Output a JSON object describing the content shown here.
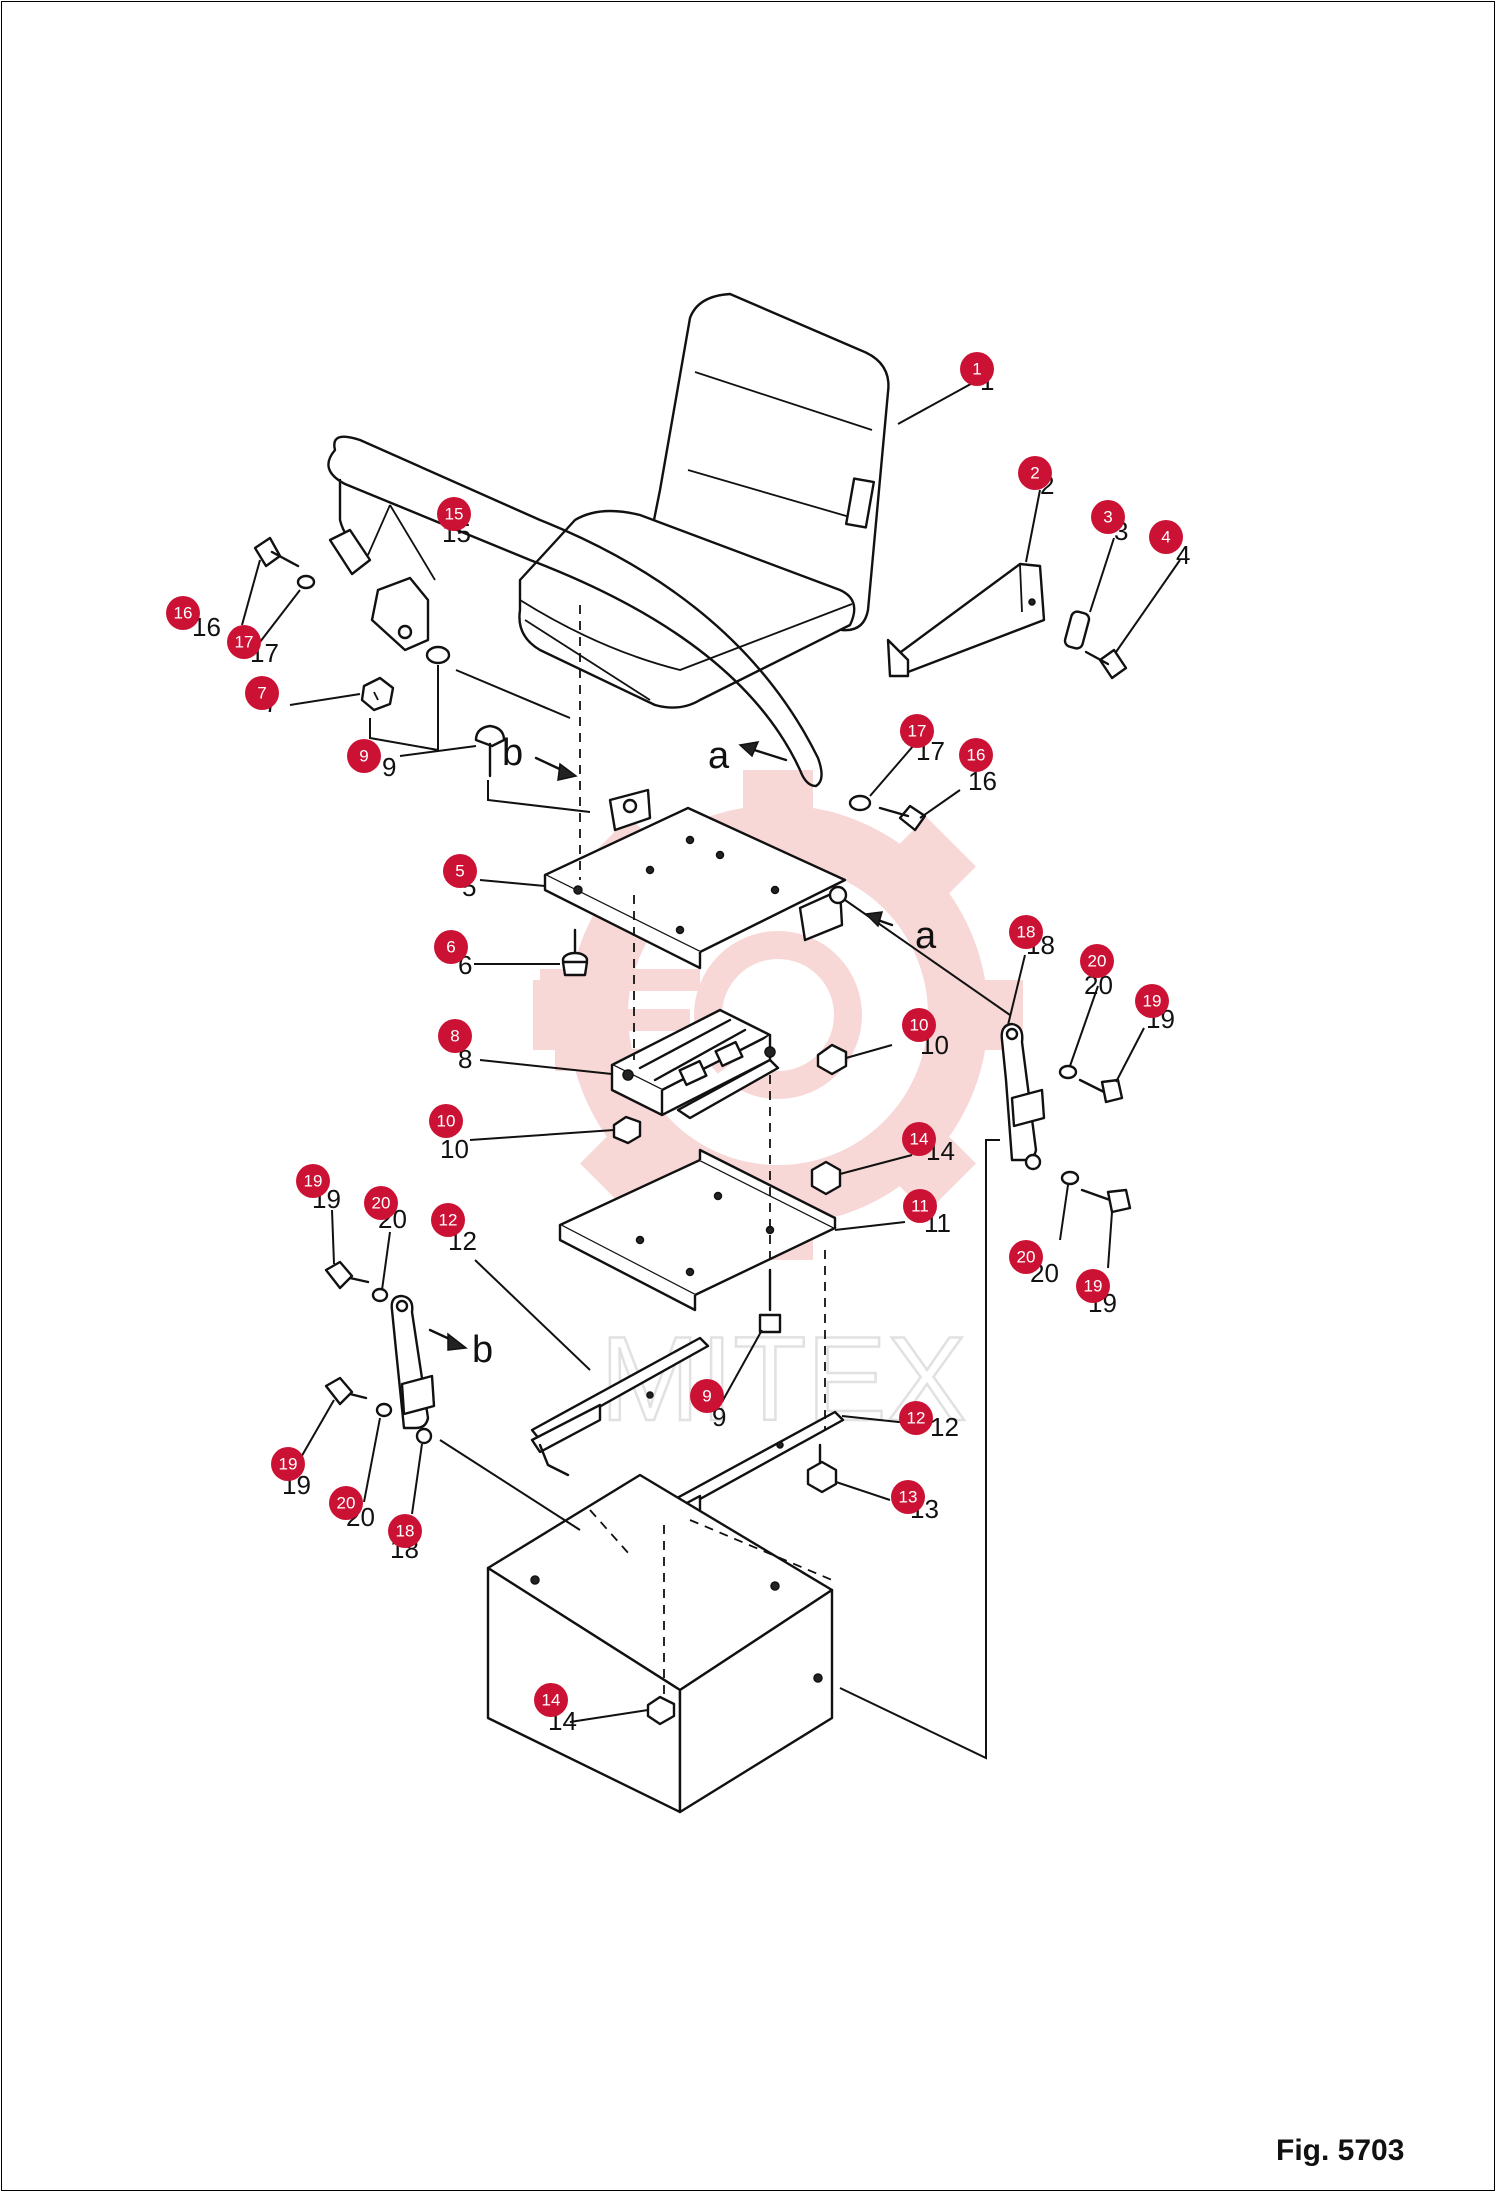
{
  "figure_label": "Fig. 5703",
  "watermark": "MITEX",
  "colors": {
    "callout": "#cc1234",
    "watermark": "#f2b6b6",
    "line": "#111111"
  },
  "view_markers": [
    "a",
    "b"
  ],
  "callouts": [
    {
      "id": "c1",
      "num": "1"
    },
    {
      "id": "c2",
      "num": "2"
    },
    {
      "id": "c3",
      "num": "3"
    },
    {
      "id": "c4",
      "num": "4"
    },
    {
      "id": "c15",
      "num": "15"
    },
    {
      "id": "c16a",
      "num": "16"
    },
    {
      "id": "c17a",
      "num": "17"
    },
    {
      "id": "c7",
      "num": "7"
    },
    {
      "id": "c9a",
      "num": "9"
    },
    {
      "id": "c17b",
      "num": "17"
    },
    {
      "id": "c16b",
      "num": "16"
    },
    {
      "id": "c5",
      "num": "5"
    },
    {
      "id": "c6",
      "num": "6"
    },
    {
      "id": "c18a",
      "num": "18"
    },
    {
      "id": "c20a",
      "num": "20"
    },
    {
      "id": "c19a",
      "num": "19"
    },
    {
      "id": "c8",
      "num": "8"
    },
    {
      "id": "c10a",
      "num": "10"
    },
    {
      "id": "c10b",
      "num": "10"
    },
    {
      "id": "c14a",
      "num": "14"
    },
    {
      "id": "c11",
      "num": "11"
    },
    {
      "id": "c19b",
      "num": "19"
    },
    {
      "id": "c20b",
      "num": "20"
    },
    {
      "id": "c12a",
      "num": "12"
    },
    {
      "id": "c20c",
      "num": "20"
    },
    {
      "id": "c19c",
      "num": "19"
    },
    {
      "id": "c9b",
      "num": "9"
    },
    {
      "id": "c12b",
      "num": "12"
    },
    {
      "id": "c13",
      "num": "13"
    },
    {
      "id": "c19d",
      "num": "19"
    },
    {
      "id": "c20d",
      "num": "20"
    },
    {
      "id": "c18b",
      "num": "18"
    },
    {
      "id": "c14b",
      "num": "14"
    }
  ],
  "print_numbers": [
    {
      "id": "p1",
      "num": "1"
    },
    {
      "id": "p2",
      "num": "2"
    },
    {
      "id": "p3",
      "num": "3"
    },
    {
      "id": "p4",
      "num": "4"
    },
    {
      "id": "p15",
      "num": "15"
    },
    {
      "id": "p16a",
      "num": "16"
    },
    {
      "id": "p17a",
      "num": "17"
    },
    {
      "id": "p7",
      "num": "7"
    },
    {
      "id": "p9a",
      "num": "9"
    },
    {
      "id": "p17b",
      "num": "17"
    },
    {
      "id": "p16b",
      "num": "16"
    },
    {
      "id": "p5",
      "num": "5"
    },
    {
      "id": "p6",
      "num": "6"
    },
    {
      "id": "p18a",
      "num": "18"
    },
    {
      "id": "p20a",
      "num": "20"
    },
    {
      "id": "p19a",
      "num": "19"
    },
    {
      "id": "p8",
      "num": "8"
    },
    {
      "id": "p10a",
      "num": "10"
    },
    {
      "id": "p10b",
      "num": "10"
    },
    {
      "id": "p14a",
      "num": "14"
    },
    {
      "id": "p11",
      "num": "11"
    },
    {
      "id": "p19b",
      "num": "19"
    },
    {
      "id": "p20b",
      "num": "20"
    },
    {
      "id": "p12a",
      "num": "12"
    },
    {
      "id": "p20c",
      "num": "20"
    },
    {
      "id": "p19c",
      "num": "19"
    },
    {
      "id": "p9b",
      "num": "9"
    },
    {
      "id": "p12b",
      "num": "12"
    },
    {
      "id": "p13",
      "num": "13"
    },
    {
      "id": "p19d",
      "num": "19"
    },
    {
      "id": "p20d",
      "num": "20"
    },
    {
      "id": "p18b",
      "num": "18"
    },
    {
      "id": "p14b",
      "num": "14"
    }
  ]
}
